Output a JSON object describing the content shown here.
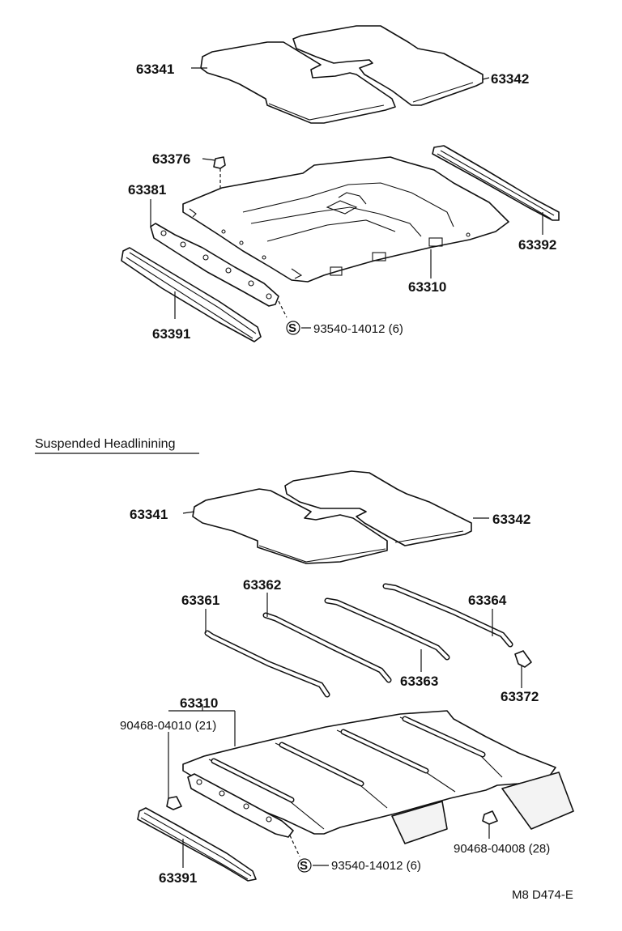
{
  "diagram": {
    "top_section": {
      "labels": {
        "p63341": "63341",
        "p63342": "63342",
        "p63376": "63376",
        "p63381": "63381",
        "p63392": "63392",
        "p63310": "63310",
        "p63391": "63391",
        "screw": "93540-14012 (6)",
        "screw_symbol": "S"
      }
    },
    "bottom_section": {
      "title": "Suspended Headlinining",
      "labels": {
        "p63341": "63341",
        "p63342": "63342",
        "p63361": "63361",
        "p63362": "63362",
        "p63363": "63363",
        "p63364": "63364",
        "p63372": "63372",
        "p63310": "63310",
        "clip_a": "90468-04010 (21)",
        "clip_b": "90468-04008 (28)",
        "p63391": "63391",
        "screw": "93540-14012 (6)",
        "screw_symbol": "S"
      }
    },
    "figure_code": "M8 D474-E"
  }
}
